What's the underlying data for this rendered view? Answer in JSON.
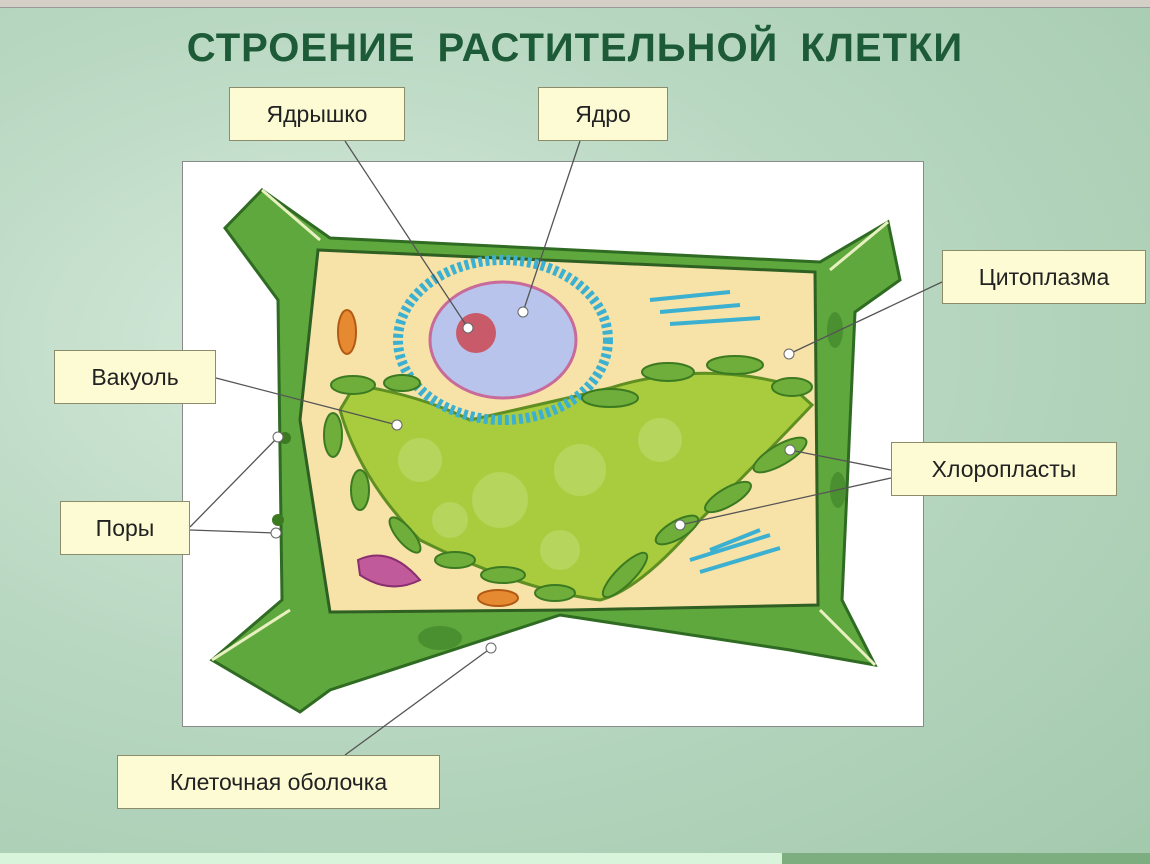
{
  "title": "СТРОЕНИЕ РАСТИТЕЛЬНОЙ КЛЕТКИ",
  "labels": {
    "nucleolus": "Ядрышко",
    "nucleus": "Ядро",
    "cytoplasm": "Цитоплазма",
    "vacuole": "Вакуоль",
    "chloroplasts": "Хлоропласты",
    "pores": "Поры",
    "cell_wall": "Клеточная оболочка"
  }
}
